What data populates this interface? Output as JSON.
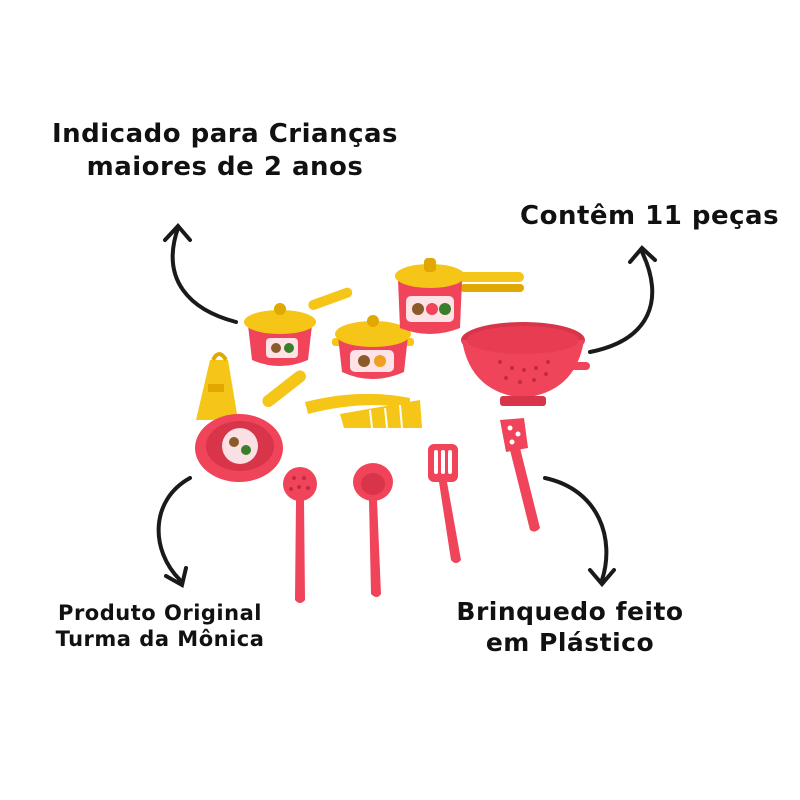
{
  "callouts": {
    "age": {
      "line1": "Indicado para Crianças",
      "line2": "maiores de 2 anos"
    },
    "pieces": {
      "text": "Contêm 11 peças"
    },
    "brand": {
      "line1": "Produto Original",
      "line2": "Turma da Mônica"
    },
    "material": {
      "line1": "Brinquedo feito",
      "line2": "em Plástico"
    }
  },
  "colors": {
    "toy_red": "#f0445a",
    "toy_red_dark": "#d8344a",
    "toy_yellow": "#f5c518",
    "toy_yellow_dark": "#e0a800",
    "arrow": "#1a1a1a"
  }
}
